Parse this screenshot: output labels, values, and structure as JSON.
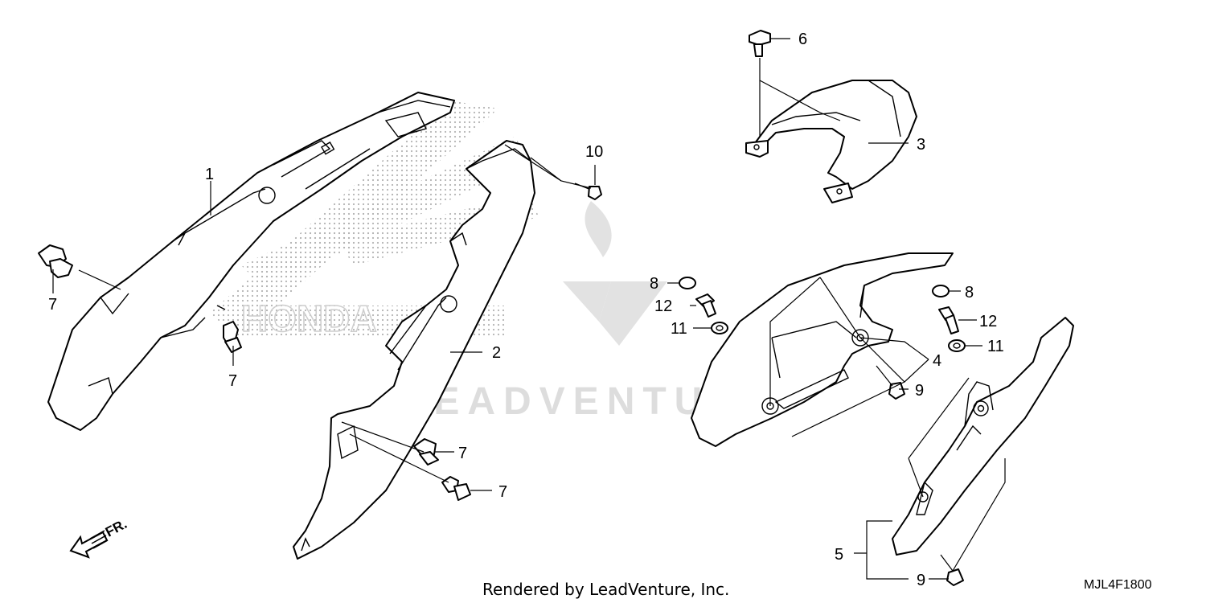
{
  "callouts": {
    "c1": "1",
    "c2": "2",
    "c3": "3",
    "c4": "4",
    "c5": "5",
    "c6": "6",
    "c7a": "7",
    "c7b": "7",
    "c7c": "7",
    "c7d": "7",
    "c8a": "8",
    "c8b": "8",
    "c9a": "9",
    "c9b": "9",
    "c10": "10",
    "c11a": "11",
    "c11b": "11",
    "c12a": "12",
    "c12b": "12"
  },
  "direction": {
    "label": "FR."
  },
  "footer": {
    "credit": "Rendered by LeadVenture, Inc.",
    "diagram_code": "MJL4F1800"
  },
  "watermark": {
    "text": "LEADVENTURE",
    "brand": "HONDA"
  },
  "colors": {
    "stroke": "#000000",
    "watermark": "#d0d0d0",
    "dots": "#9a9a9a"
  }
}
